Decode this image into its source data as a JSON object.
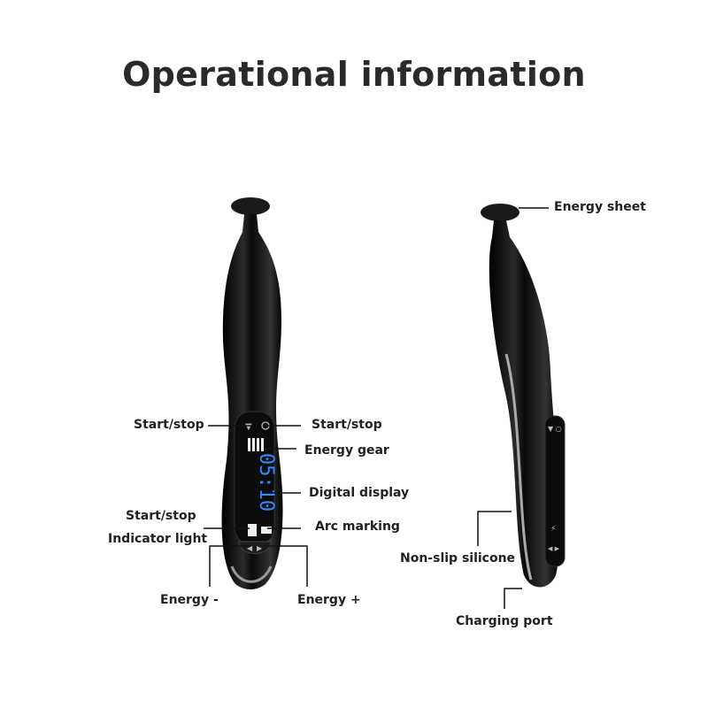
{
  "title": "Operational information",
  "display_reading": "05:10",
  "labels": {
    "start_stop_left": "Start/stop",
    "start_stop_right": "Start/stop",
    "energy_gear": "Energy gear",
    "digital_display": "Digital display",
    "indicator_light_line1": "Start/stop",
    "indicator_light_line2": "Indicator light",
    "arc_marking": "Arc marking",
    "energy_minus": "Energy -",
    "energy_plus": "Energy +",
    "energy_sheet": "Energy sheet",
    "non_slip_silicone": "Non-slip silicone",
    "charging_port": "Charging port"
  },
  "colors": {
    "device_body": "#111111",
    "display": "#2f8cff",
    "text": "#222222"
  }
}
